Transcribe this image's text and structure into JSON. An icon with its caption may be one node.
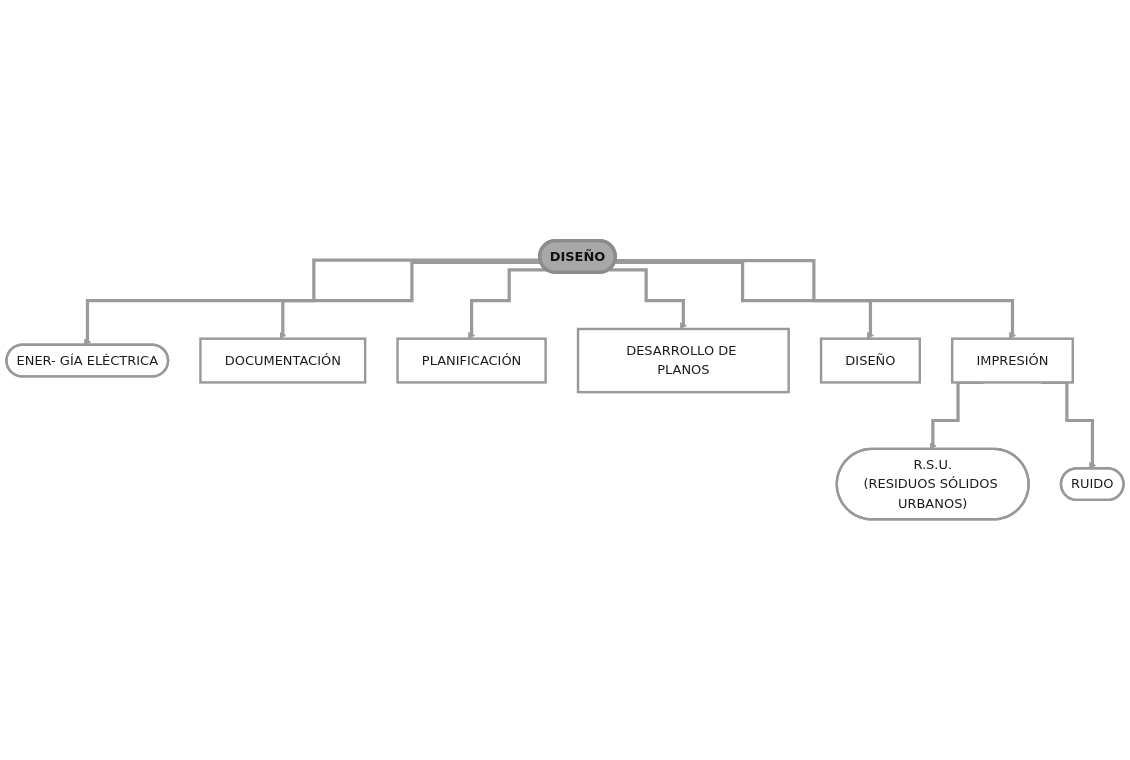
{
  "diagram": {
    "nodes": [
      {
        "text": [
          "ENER- GÍA ELÉCTRICA"
        ]
      },
      {
        "text": [
          "DOCUMENTACIÓN"
        ]
      },
      {
        "text": [
          "PLANIFICACIÓN"
        ]
      },
      {
        "text": [
          "DISEÑO"
        ]
      },
      {
        "text": [
          "DESARROLLO DE PLANOS"
        ]
      },
      {
        "text": [
          "DISEÑO"
        ]
      },
      {
        "text": [
          "R.S.U.",
          "(RESIDUOS SÓLIDOS URBANOS)"
        ]
      },
      {
        "text": [
          "RUIDO"
        ]
      },
      {
        "text": [
          "IMPRESIÓN"
        ]
      }
    ],
    "edges": [
      {
        "from": 3,
        "to": 1,
        "arrow": "to"
      },
      {
        "from": 3,
        "to": 0,
        "arrow": "to"
      },
      {
        "from": 3,
        "to": 2,
        "arrow": "to"
      },
      {
        "from": 3,
        "to": 4,
        "arrow": "to"
      },
      {
        "from": 3,
        "to": 5,
        "arrow": "to"
      },
      {
        "from": 3,
        "to": 8,
        "arrow": "to"
      },
      {
        "from": 8,
        "to": 6,
        "arrow": "to"
      },
      {
        "from": 8,
        "to": 7,
        "arrow": "to"
      }
    ]
  }
}
